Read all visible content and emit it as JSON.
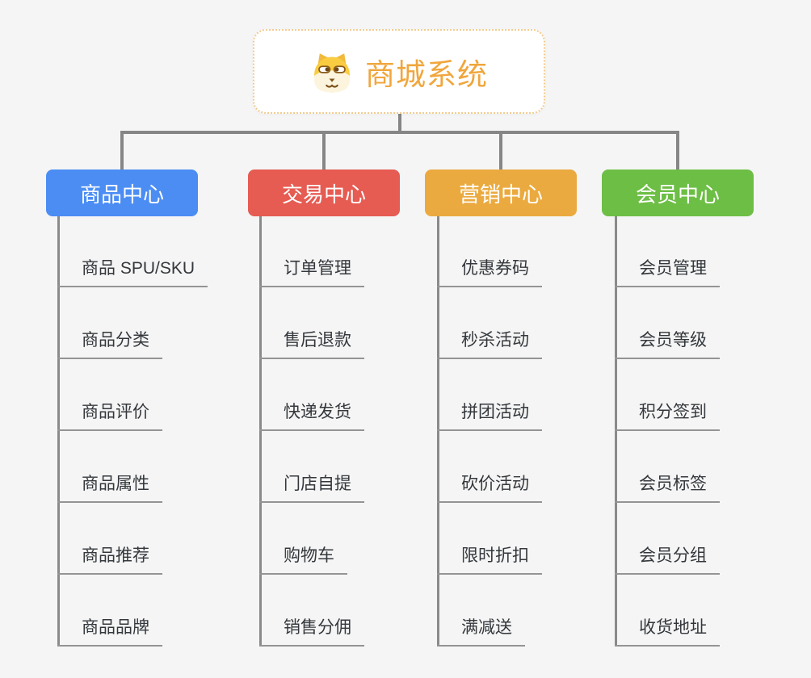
{
  "root": {
    "label": "商城系统",
    "icon": "dog-face-icon",
    "text_color": "#f0a63c",
    "border_color": "#f2cb8e"
  },
  "branches": [
    {
      "label": "商品中心",
      "color": "#4b8df3",
      "children": [
        "商品 SPU/SKU",
        "商品分类",
        "商品评价",
        "商品属性",
        "商品推荐",
        "商品品牌"
      ]
    },
    {
      "label": "交易中心",
      "color": "#e65b52",
      "children": [
        "订单管理",
        "售后退款",
        "快递发货",
        "门店自提",
        "购物车",
        "销售分佣"
      ]
    },
    {
      "label": "营销中心",
      "color": "#ebaa3f",
      "children": [
        "优惠券码",
        "秒杀活动",
        "拼团活动",
        "砍价活动",
        "限时折扣",
        "满减送"
      ]
    },
    {
      "label": "会员中心",
      "color": "#6dbe45",
      "children": [
        "会员管理",
        "会员等级",
        "积分签到",
        "会员标签",
        "会员分组",
        "收货地址"
      ]
    }
  ],
  "colors": {
    "background": "#f5f5f5",
    "connector": "#868686",
    "leaf_text": "#34383c",
    "node_text": "#ffffff"
  }
}
